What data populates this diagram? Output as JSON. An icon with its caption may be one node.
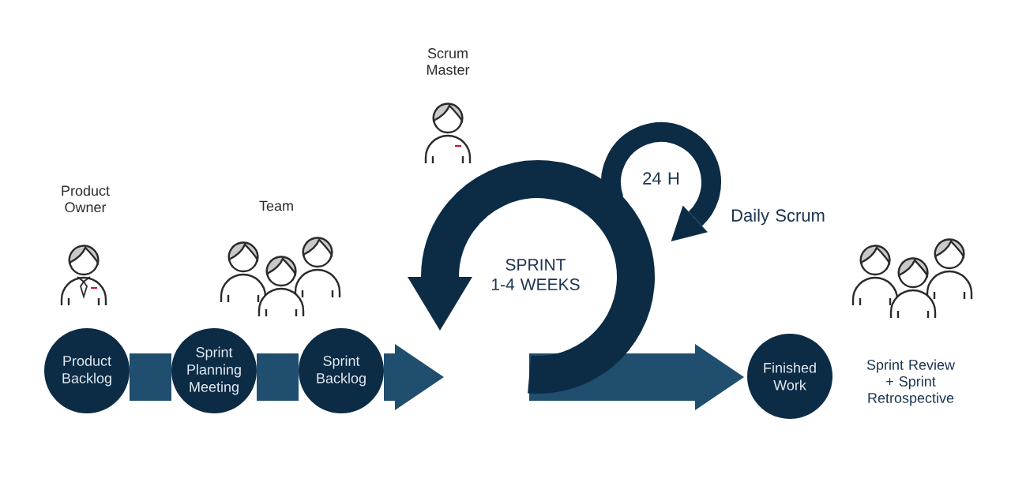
{
  "diagram": {
    "nodes": [
      {
        "text": [
          "Product Backlog"
        ]
      },
      {
        "text": [
          "Sprint Planning Meeting"
        ]
      },
      {
        "text": [
          "Sprint Backlog"
        ]
      },
      {
        "text": [
          "Finished Work"
        ]
      }
    ],
    "edges": [
      {
        "from": 0,
        "to": 1,
        "arrow": "none"
      },
      {
        "from": 1,
        "to": 2,
        "arrow": "none"
      },
      {
        "from": 2,
        "to": null,
        "arrow": "to"
      },
      {
        "from": null,
        "to": 3,
        "arrow": "to"
      }
    ],
    "labels": [
      "Scrum Master",
      "24 H",
      "Product Owner",
      "Team",
      "Daily Scrum",
      "SPRINT 1-4 WEEKS",
      "Sprint Review + Sprint Retrospective"
    ]
  }
}
